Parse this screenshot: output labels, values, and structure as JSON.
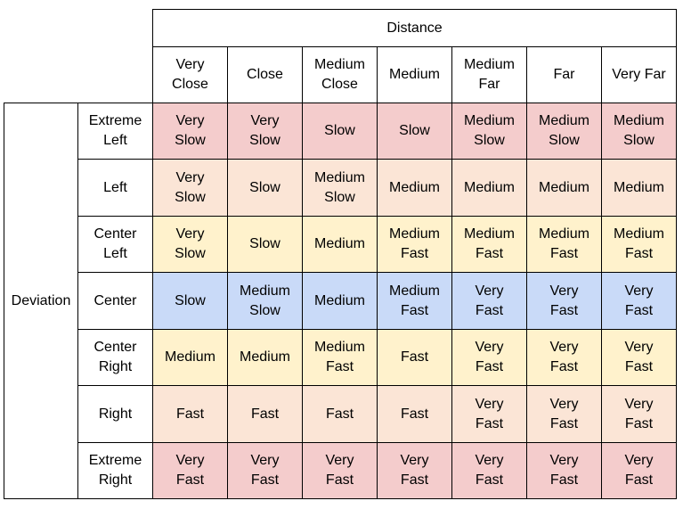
{
  "table": {
    "column_group_header": "Distance",
    "row_group_header": "Deviation",
    "columns": [
      "Very\nClose",
      "Close",
      "Medium\nClose",
      "Medium",
      "Medium\nFar",
      "Far",
      "Very Far"
    ],
    "rows": [
      {
        "label": "Extreme\nLeft",
        "color": "#f4cccc",
        "cells": [
          "Very\nSlow",
          "Very\nSlow",
          "Slow",
          "Slow",
          "Medium\nSlow",
          "Medium\nSlow",
          "Medium\nSlow"
        ]
      },
      {
        "label": "Left",
        "color": "#fbe5d6",
        "cells": [
          "Very\nSlow",
          "Slow",
          "Medium\nSlow",
          "Medium",
          "Medium",
          "Medium",
          "Medium"
        ]
      },
      {
        "label": "Center\nLeft",
        "color": "#fff2cc",
        "cells": [
          "Very\nSlow",
          "Slow",
          "Medium",
          "Medium\nFast",
          "Medium\nFast",
          "Medium\nFast",
          "Medium\nFast"
        ]
      },
      {
        "label": "Center",
        "color": "#c9daf8",
        "cells": [
          "Slow",
          "Medium\nSlow",
          "Medium",
          "Medium\nFast",
          "Very\nFast",
          "Very\nFast",
          "Very\nFast"
        ]
      },
      {
        "label": "Center\nRight",
        "color": "#fff2cc",
        "cells": [
          "Medium",
          "Medium",
          "Medium\nFast",
          "Fast",
          "Very\nFast",
          "Very\nFast",
          "Very\nFast"
        ]
      },
      {
        "label": "Right",
        "color": "#fbe5d6",
        "cells": [
          "Fast",
          "Fast",
          "Fast",
          "Fast",
          "Very\nFast",
          "Very\nFast",
          "Very\nFast"
        ]
      },
      {
        "label": "Extreme\nRight",
        "color": "#f4cccc",
        "cells": [
          "Very\nFast",
          "Very\nFast",
          "Very\nFast",
          "Very\nFast",
          "Very\nFast",
          "Very\nFast",
          "Very\nFast"
        ]
      }
    ]
  }
}
